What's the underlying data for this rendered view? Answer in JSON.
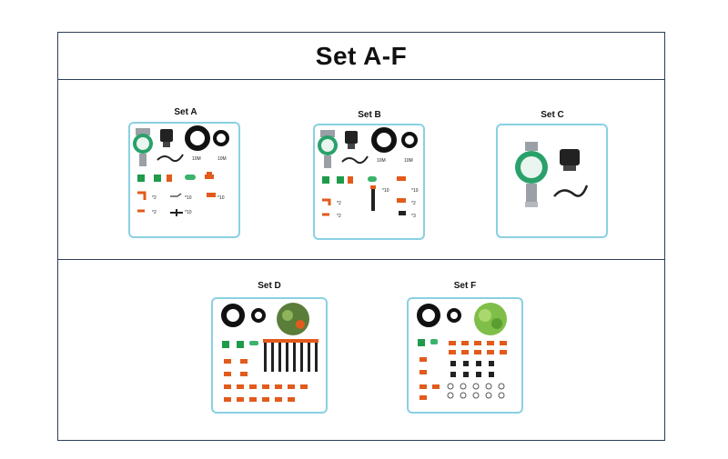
{
  "title": "Set A-F",
  "sets": {
    "a": {
      "label": "Set A",
      "tube_label_1": "10M",
      "tube_label_2": "10M",
      "qty": [
        "*2",
        "*10",
        "*10",
        "*2",
        "*10"
      ]
    },
    "b": {
      "label": "Set B",
      "tube_label_1": "10M",
      "tube_label_2": "10M",
      "qty": [
        "*10",
        "*10",
        "*2",
        "*2",
        "*2",
        "*3"
      ]
    },
    "c": {
      "label": "Set C"
    },
    "d": {
      "label": "Set D"
    },
    "f": {
      "label": "Set F"
    }
  },
  "colors": {
    "border": "#2b3d57",
    "card_border": "#8ad0e3",
    "accent_orange": "#e25a1c",
    "accent_green": "#1f9b4a"
  }
}
